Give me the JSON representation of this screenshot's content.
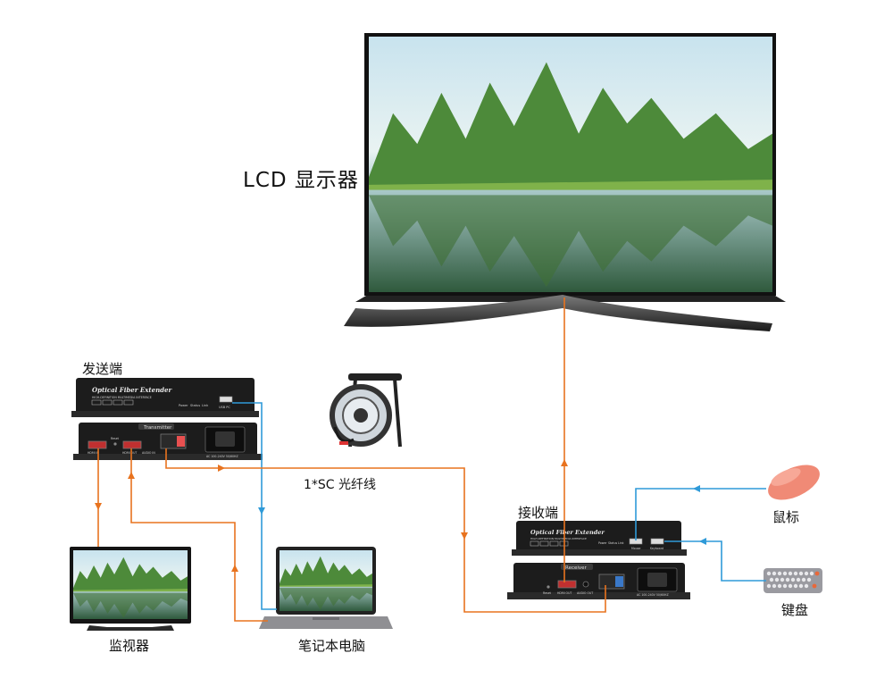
{
  "labels": {
    "lcd_display": "LCD 显示器",
    "transmitter_side": "发送端",
    "receiver_side": "接收端",
    "fiber_cable": "1*SC 光纤线",
    "mouse": "鼠标",
    "keyboard": "键盘",
    "monitor": "监视器",
    "laptop": "笔记本电脑"
  },
  "device_panels": {
    "transmitter_top_title": "Optical Fiber Extender",
    "transmitter_top_subtitle": "HIGH-DEFINITION MULTIMEDIA INTERFACE",
    "transmitter_top_usb": "USB PC",
    "transmitter_top_leds": [
      "Power",
      "Status",
      "Link"
    ],
    "transmitter_rear_badge": "Transmitter",
    "transmitter_rear_ports": [
      "HDMI IN",
      "Reset",
      "HDMI OUT",
      "AUDIO IN"
    ],
    "transmitter_rear_power": "AC 100-240V 50/60HZ",
    "receiver_top_title": "Optical Fiber Extender",
    "receiver_top_subtitle": "HIGH-DEFINITION MULTIMEDIA INTERFACE",
    "receiver_top_usb": [
      "Mouse",
      "Keyboard"
    ],
    "receiver_top_leds": [
      "Power",
      "Status",
      "Link"
    ],
    "receiver_rear_badge": "Receiver",
    "receiver_rear_ports": [
      "Reset",
      "HDMI OUT",
      "AUDIO OUT"
    ],
    "receiver_rear_power": "AC 100-240V 50/60HZ"
  },
  "colors": {
    "hdmi_line": "#e8731f",
    "usb_line": "#2f9ad8",
    "device_body": "#1c1c1c",
    "mouse": "#f08a76"
  }
}
